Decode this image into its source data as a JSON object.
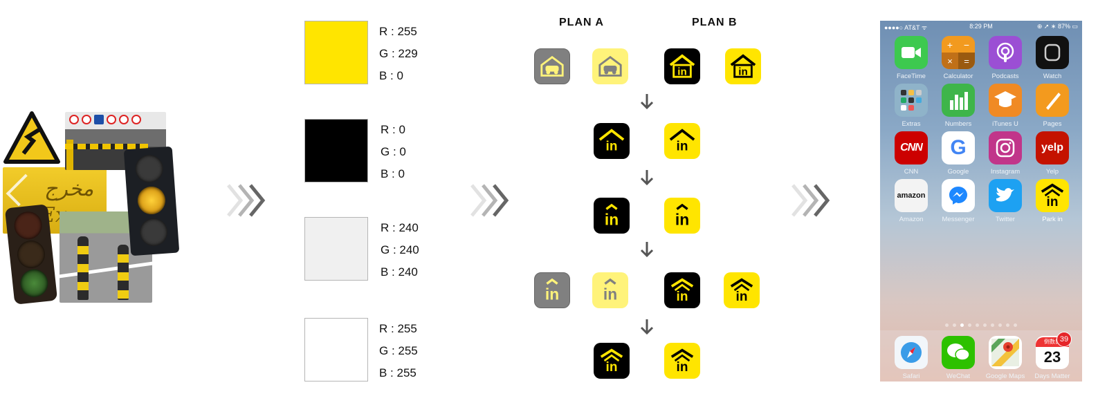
{
  "swatches": [
    {
      "color": "#FFE500",
      "r": "R : 255",
      "g": "G : 229",
      "b": "B : 0"
    },
    {
      "color": "#000000",
      "r": "R : 0",
      "g": "G : 0",
      "b": "B : 0"
    },
    {
      "color": "#F0F0F0",
      "r": "R : 240",
      "g": "G : 240",
      "b": "B : 240"
    },
    {
      "color": "#FFFFFF",
      "r": "R : 255",
      "g": "G : 255",
      "b": "B : 255"
    }
  ],
  "plans": {
    "a_label": "PLAN  A",
    "b_label": "PLAN  B"
  },
  "icon_colors": {
    "yellow": "#FFE500",
    "black": "#000000",
    "gray": "#808080",
    "pale_yellow": "#FFF37A"
  },
  "phone": {
    "status_left": "●●●●○ AT&T ᯤ",
    "status_time": "8:29 PM",
    "status_right": "⊕ ➚ ∗ 87% ▭",
    "apps": [
      {
        "label": "FaceTime",
        "icon": "facetime-icon",
        "color": "#3dc94f"
      },
      {
        "label": "Calculator",
        "icon": "calculator-icon",
        "color": "#f29a1f"
      },
      {
        "label": "Podcasts",
        "icon": "podcasts-icon",
        "color": "#9b4fd4"
      },
      {
        "label": "Watch",
        "icon": "watch-icon",
        "color": "#111111"
      },
      {
        "label": "Extras",
        "icon": "folder-icon",
        "color": "#8fb3c9"
      },
      {
        "label": "Numbers",
        "icon": "numbers-icon",
        "color": "#3eb54a"
      },
      {
        "label": "iTunes U",
        "icon": "itunes-u-icon",
        "color": "#f08a24"
      },
      {
        "label": "Pages",
        "icon": "pages-icon",
        "color": "#f39a1e"
      },
      {
        "label": "CNN",
        "icon": "cnn-icon",
        "color": "#cc0000"
      },
      {
        "label": "Google",
        "icon": "google-icon",
        "color": "#ffffff"
      },
      {
        "label": "Instagram",
        "icon": "instagram-icon",
        "color": "#c1358a"
      },
      {
        "label": "Yelp",
        "icon": "yelp-icon",
        "color": "#c41200"
      },
      {
        "label": "Amazon",
        "icon": "amazon-icon",
        "color": "#f3f3f3"
      },
      {
        "label": "Messenger",
        "icon": "messenger-icon",
        "color": "#ffffff"
      },
      {
        "label": "Twitter",
        "icon": "twitter-icon",
        "color": "#1da1f2"
      },
      {
        "label": "Park in",
        "icon": "park-in-icon",
        "color": "#FFE500"
      }
    ],
    "dock": [
      {
        "label": "Safari",
        "icon": "safari-icon",
        "color": "#f2f6fa"
      },
      {
        "label": "WeChat",
        "icon": "wechat-icon",
        "color": "#2dc100"
      },
      {
        "label": "Google Maps",
        "icon": "maps-icon",
        "color": "#ffffff"
      },
      {
        "label": "Days Matter",
        "icon": "calendar-icon",
        "color": "#ffffff",
        "date": "23",
        "badge": "39",
        "header": "倒数日"
      }
    ],
    "glyphs": {
      "cnn": "CNN",
      "google": "G",
      "yelp": "yelp",
      "amazon": "amazon",
      "park_in": "in"
    }
  }
}
